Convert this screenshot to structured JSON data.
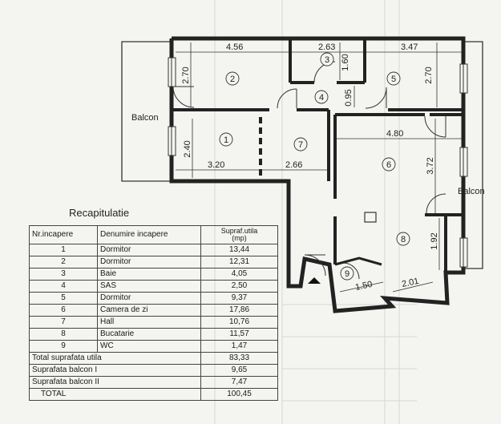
{
  "plan": {
    "balcony_labels": [
      "Balcon",
      "Balcon"
    ],
    "room_numbers": [
      "1",
      "2",
      "3",
      "4",
      "5",
      "6",
      "7",
      "8",
      "9"
    ],
    "dimensions": [
      "4.56",
      "2.63",
      "3.47",
      "2.70",
      "1.60",
      "2.70",
      "0.95",
      "2.40",
      "3.20",
      "2.66",
      "4.80",
      "3.72",
      "1.92",
      "1.50",
      "2.01"
    ]
  },
  "recap": {
    "title": "Recapitulatie",
    "headers": [
      "Nr.incapere",
      "Denumire incapere",
      "Supraf.utila\n(mp)"
    ],
    "rows": [
      [
        "1",
        "Dormitor",
        "13,44"
      ],
      [
        "2",
        "Dormitor",
        "12,31"
      ],
      [
        "3",
        "Baie",
        "4,05"
      ],
      [
        "4",
        "SAS",
        "2,50"
      ],
      [
        "5",
        "Dormitor",
        "9,37"
      ],
      [
        "6",
        "Camera de zi",
        "17,86"
      ],
      [
        "7",
        "Hall",
        "10,76"
      ],
      [
        "8",
        "Bucatarie",
        "11,57"
      ],
      [
        "9",
        "WC",
        "1,47"
      ]
    ],
    "totals": [
      [
        "Total suprafata utila",
        "83,33"
      ],
      [
        "Suprafata balcon I",
        "9,65"
      ],
      [
        "Suprafata balcon II",
        "7,47"
      ],
      [
        "TOTAL",
        "100,45"
      ]
    ]
  }
}
